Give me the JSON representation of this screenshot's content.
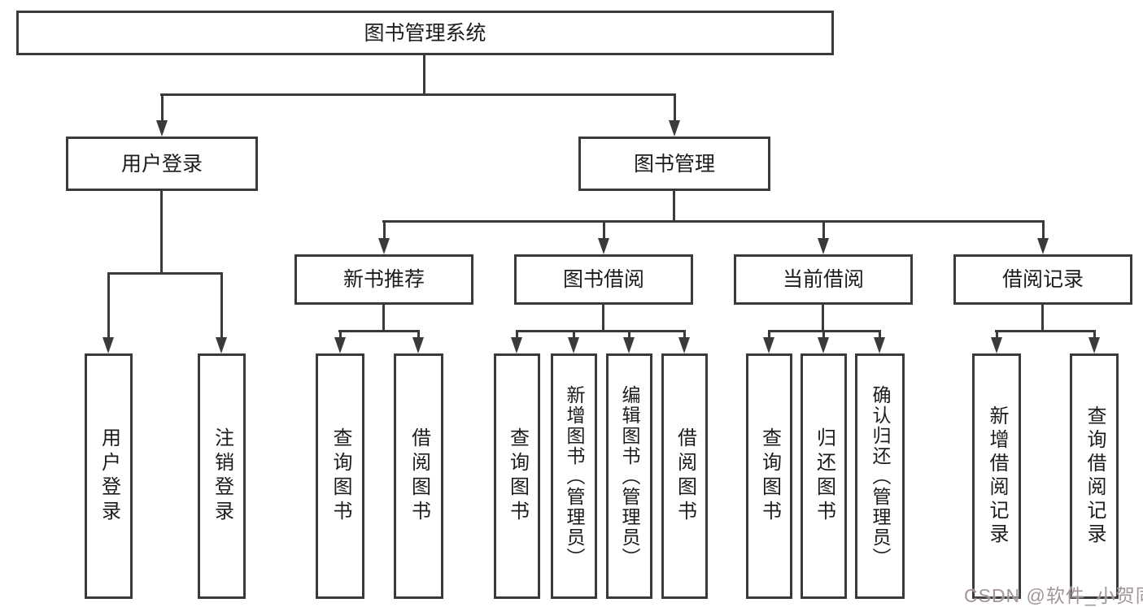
{
  "diagram_title": "图书管理系统",
  "nodes": {
    "root": "图书管理系统",
    "user_login": "用户登录",
    "book_mgmt": "图书管理",
    "new_book_rec": "新书推荐",
    "book_borrow": "图书借阅",
    "current_borrow": "当前借阅",
    "borrow_records": "借阅记录",
    "login": "用户登录",
    "logout": "注销登录",
    "rec_query": "查询图书",
    "rec_borrow": "借阅图书",
    "bb_query": "查询图书",
    "bb_add": "新增图书（管理员）",
    "bb_edit": "编辑图书（管理员）",
    "bb_borrow": "借阅图书",
    "cb_query": "查询图书",
    "cb_return": "归还图书",
    "cb_confirm": "确认归还（管理员）",
    "br_add": "新增借阅记录",
    "br_query": "查询借阅记录"
  },
  "hierarchy": [
    [
      "root",
      "user_login"
    ],
    [
      "root",
      "book_mgmt"
    ],
    [
      "user_login",
      "login"
    ],
    [
      "user_login",
      "logout"
    ],
    [
      "book_mgmt",
      "new_book_rec"
    ],
    [
      "book_mgmt",
      "book_borrow"
    ],
    [
      "book_mgmt",
      "current_borrow"
    ],
    [
      "book_mgmt",
      "borrow_records"
    ],
    [
      "new_book_rec",
      "rec_query"
    ],
    [
      "new_book_rec",
      "rec_borrow"
    ],
    [
      "book_borrow",
      "bb_query"
    ],
    [
      "book_borrow",
      "bb_add"
    ],
    [
      "book_borrow",
      "bb_edit"
    ],
    [
      "book_borrow",
      "bb_borrow"
    ],
    [
      "current_borrow",
      "cb_query"
    ],
    [
      "current_borrow",
      "cb_return"
    ],
    [
      "current_borrow",
      "cb_confirm"
    ],
    [
      "borrow_records",
      "br_add"
    ],
    [
      "borrow_records",
      "br_query"
    ]
  ],
  "watermark": {
    "text": "CSDN @软件_小贺同学",
    "color": "#a39597"
  },
  "colors": {
    "line": "#3a3a3a",
    "background": "#ffffff",
    "text": "#1c1c1c"
  }
}
